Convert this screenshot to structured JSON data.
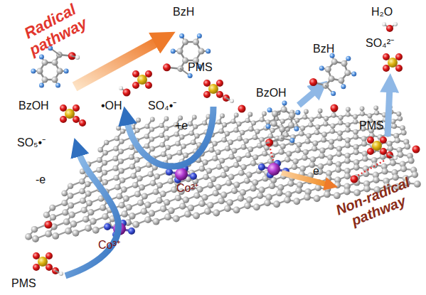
{
  "diagram": {
    "labels": [
      "Radical pathway",
      "BzH",
      "BzH",
      "H₂O",
      "SO₄²⁻",
      "•OH",
      "SO₄•⁻",
      "PMS",
      "PMS",
      "BzOH",
      "SO₅•⁻",
      "BzOH",
      "+e",
      "e",
      "-e",
      "Co²⁺",
      "Co³⁺",
      "Non-radical pathway",
      "PMS"
    ]
  }
}
